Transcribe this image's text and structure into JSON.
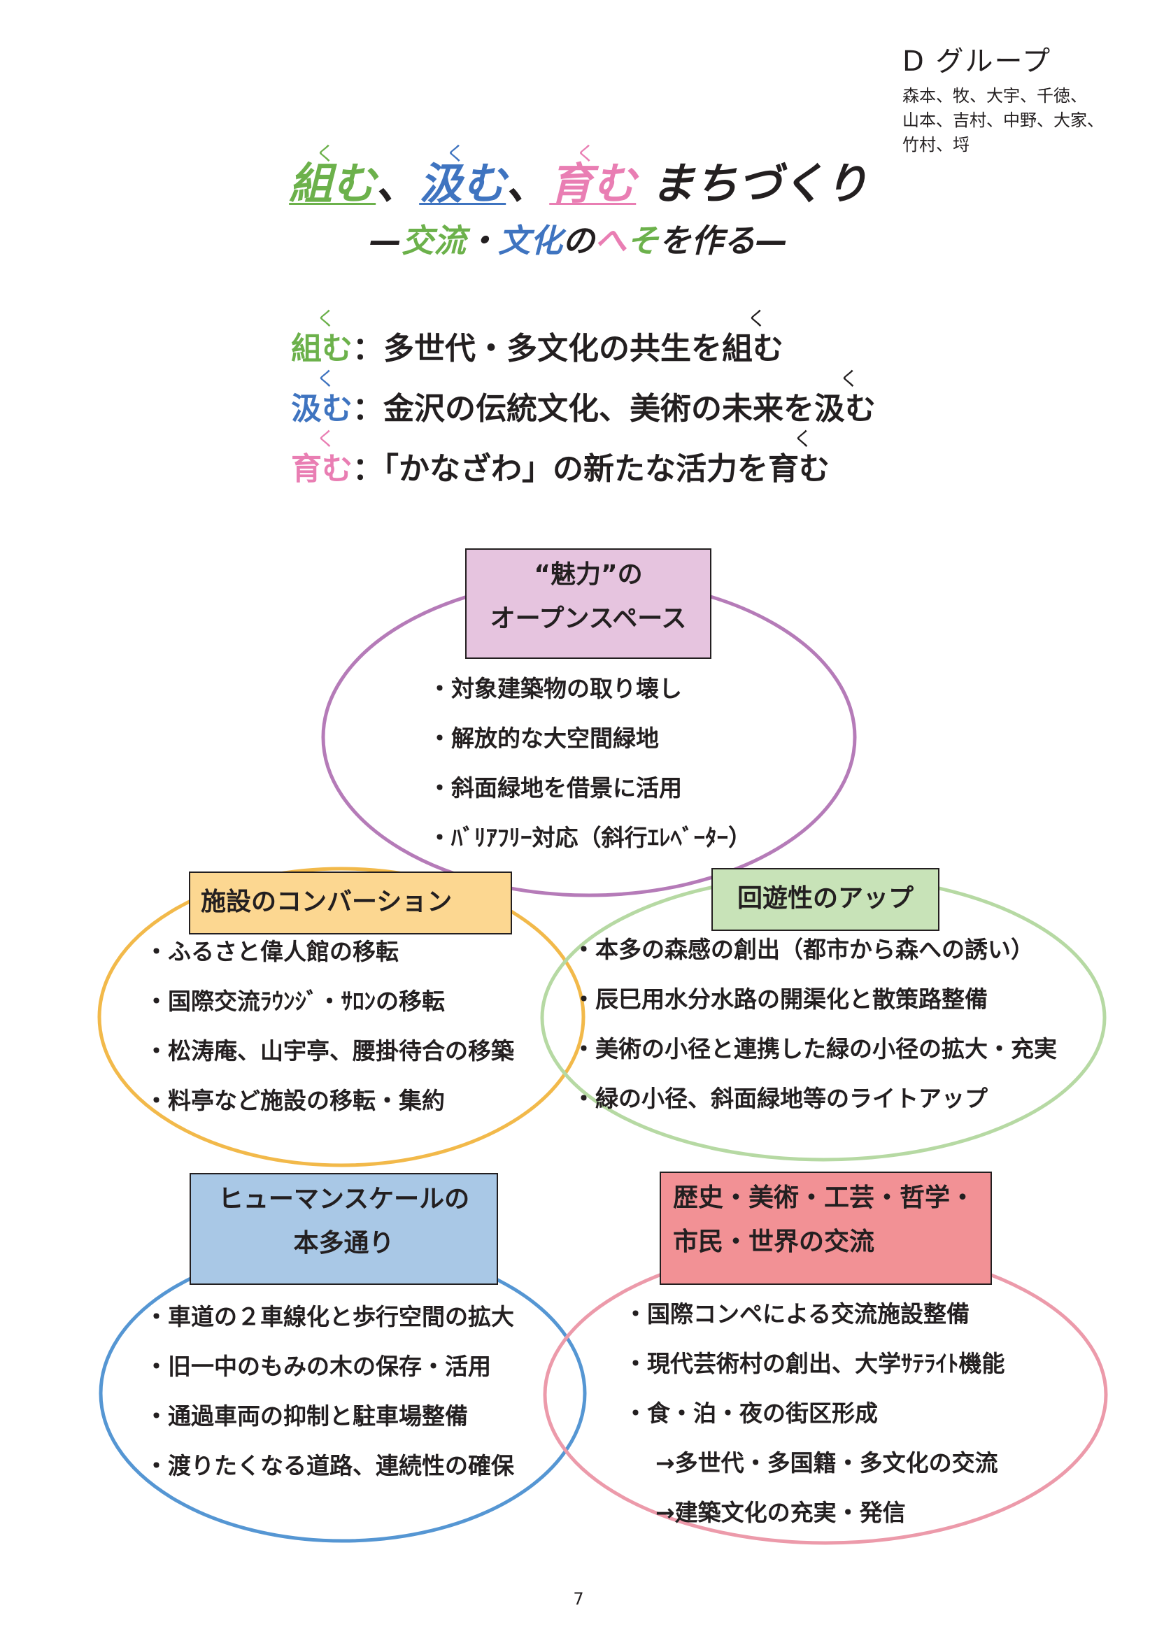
{
  "header": {
    "group_name": "D グループ",
    "members_line1": "森本、牧、大宇、千徳、",
    "members_line2": "山本、吉村、中野、大家、",
    "members_line3": "竹村、埒"
  },
  "title": {
    "kumu": "組む",
    "sep1": "、",
    "kumu2": "汲む",
    "sep2": "、",
    "hagukumu": "育む",
    "rest": " まちづくり",
    "ruby_mark": "く"
  },
  "subtitle": {
    "dash1": "—",
    "part1": "交流",
    "dot": "・",
    "part2": "文化",
    "no": "の",
    "he": "へ",
    "so": "そ",
    "rest": "を作る—"
  },
  "definitions": [
    {
      "term": "組む",
      "colon": "：",
      "text_before": "多世代・多文化の共生を",
      "text_term": "組む"
    },
    {
      "term": "汲む",
      "colon": "：",
      "text_before": "金沢の伝統文化、美術の未来を",
      "text_term": "汲む"
    },
    {
      "term": "育む",
      "colon": "：",
      "text_before": "「かなざわ」の新たな活力を",
      "text_term": "育む"
    }
  ],
  "colors": {
    "green": "#6cb14b",
    "blue": "#3f74c0",
    "pink": "#e97eb3",
    "oval_purple": "#b57bb8",
    "oval_yellow": "#f2b94a",
    "oval_green": "#b6d9a3",
    "oval_blue": "#5596d3",
    "oval_pink": "#ec9aaa"
  },
  "sections": {
    "open_space": {
      "title_line1": "“魅力”の",
      "title_line2": "オープンスペース",
      "items": [
        "対象建築物の取り壊し",
        "解放的な大空間緑地",
        "斜面緑地を借景に活用",
        "ﾊﾞﾘｱﾌﾘｰ対応（斜行ｴﾚﾍﾞｰﾀｰ）"
      ]
    },
    "conversion": {
      "title": "施設のコンバーション",
      "items": [
        "ふるさと偉人館の移転",
        "国際交流ﾗｳﾝｼﾞ・ｻﾛﾝの移転",
        "松涛庵、山宇亭、腰掛待合の移築",
        "料亭など施設の移転・集約"
      ]
    },
    "circulation": {
      "title": "回遊性のアップ",
      "items": [
        "本多の森感の創出（都市から森への誘い）",
        "辰巳用水分水路の開渠化と散策路整備",
        "美術の小径と連携した緑の小径の拡大・充実",
        "緑の小径、斜面緑地等のライトアップ"
      ]
    },
    "human_scale": {
      "title_line1": "ヒューマンスケールの",
      "title_line2": "本多通り",
      "items": [
        "車道の２車線化と歩行空間の拡大",
        "旧一中のもみの木の保存・活用",
        "通過車両の抑制と駐車場整備",
        "渡りたくなる道路、連続性の確保"
      ]
    },
    "exchange": {
      "title_line1": "歴史・美術・工芸・哲学・",
      "title_line2": "市民・世界の交流",
      "items": [
        "国際コンペによる交流施設整備",
        "現代芸術村の創出、大学ｻﾃﾗｲﾄ機能",
        "食・泊・夜の街区形成"
      ],
      "sub_items": [
        "→多世代・多国籍・多文化の交流",
        "→建築文化の充実・発信"
      ]
    }
  },
  "page_number": "7"
}
